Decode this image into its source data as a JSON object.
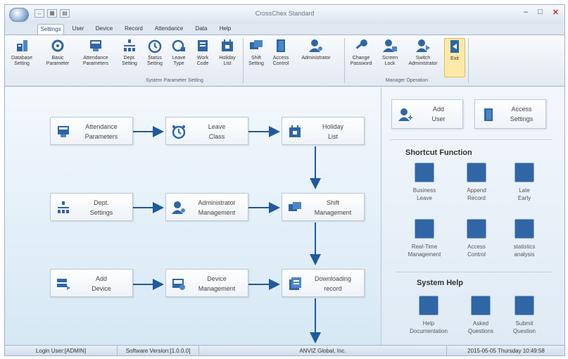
{
  "window": {
    "title": "CrossChex Standard",
    "quick_access": [
      "←",
      "▦",
      "▤"
    ],
    "controls": [
      "–",
      "□",
      "✕"
    ]
  },
  "tabs": [
    {
      "label": "Settings",
      "active": true
    },
    {
      "label": "User",
      "active": false
    },
    {
      "label": "Device",
      "active": false
    },
    {
      "label": "Record",
      "active": false
    },
    {
      "label": "Attendance",
      "active": false
    },
    {
      "label": "Data",
      "active": false
    },
    {
      "label": "Help",
      "active": false
    }
  ],
  "ribbon": {
    "buttons": [
      {
        "l1": "Database",
        "l2": "Setting",
        "icon": "database-icon"
      },
      {
        "l1": "Basic",
        "l2": "Parameter",
        "icon": "parameter-icon"
      },
      {
        "l1": "Attendance",
        "l2": "Parameters",
        "icon": "attendance-parameters-icon"
      },
      {
        "l1": "Dept.",
        "l2": "Setting",
        "icon": "department-icon"
      },
      {
        "l1": "Status",
        "l2": "Setting",
        "icon": "status-icon"
      },
      {
        "l1": "Leave",
        "l2": "Type",
        "icon": "leave-type-icon"
      },
      {
        "l1": "Work",
        "l2": "Code",
        "icon": "work-code-icon"
      },
      {
        "l1": "Holiday",
        "l2": "List",
        "icon": "holiday-icon"
      },
      {
        "l1": "Shift",
        "l2": "Setting",
        "icon": "shift-icon"
      },
      {
        "l1": "Access",
        "l2": "Control",
        "icon": "access-control-icon"
      },
      {
        "l1": "Administrator",
        "l2": "",
        "icon": "administrator-icon"
      },
      {
        "l1": "Change",
        "l2": "Password",
        "icon": "key-icon"
      },
      {
        "l1": "Screen",
        "l2": "Lock",
        "icon": "lock-icon"
      },
      {
        "l1": "Switch",
        "l2": "Administrator",
        "icon": "switch-admin-icon"
      },
      {
        "l1": "Exit",
        "l2": "",
        "icon": "exit-icon"
      }
    ],
    "groups": [
      "System Parameter Setting",
      "Manager Operation"
    ]
  },
  "flow": [
    {
      "l1": "Attendance",
      "l2": "Parameters",
      "icon": "attendance-parameters-icon"
    },
    {
      "l1": "Leave",
      "l2": "Class",
      "icon": "alarm-clock-icon"
    },
    {
      "l1": "Holiday",
      "l2": "List",
      "icon": "holiday-icon"
    },
    {
      "l1": "Dept.",
      "l2": "Settings",
      "icon": "department-icon"
    },
    {
      "l1": "Administrator",
      "l2": "Management",
      "icon": "administrator-icon"
    },
    {
      "l1": "Shift",
      "l2": "Management",
      "icon": "shift-icon"
    },
    {
      "l1": "Add",
      "l2": "Device",
      "icon": "add-device-icon"
    },
    {
      "l1": "Device",
      "l2": "Management",
      "icon": "device-management-icon"
    },
    {
      "l1": "Downloading",
      "l2": "record",
      "icon": "download-record-icon"
    }
  ],
  "right_panel": {
    "quick_buttons": [
      {
        "l1": "Add",
        "l2": "User",
        "icon": "add-user-icon"
      },
      {
        "l1": "Access",
        "l2": "Settings",
        "icon": "access-settings-icon"
      }
    ],
    "shortcut_title": "Shortcut Function",
    "shortcuts": [
      {
        "l1": "Business",
        "l2": "Leave",
        "icon": "briefcase-icon"
      },
      {
        "l1": "Append",
        "l2": "Record",
        "icon": "append-record-icon"
      },
      {
        "l1": "Late",
        "l2": "Early",
        "icon": "late-early-icon"
      },
      {
        "l1": "Real-Time",
        "l2": "Management",
        "icon": "link-icon"
      },
      {
        "l1": "Access",
        "l2": "Control",
        "icon": "door-icon"
      },
      {
        "l1": "statistics",
        "l2": "analysis",
        "icon": "statistics-icon"
      }
    ],
    "help_title": "System Help",
    "help": [
      {
        "l1": "Help",
        "l2": "Documentation",
        "icon": "help-bulb-icon"
      },
      {
        "l1": "Asked",
        "l2": "Questions",
        "icon": "faq-icon"
      },
      {
        "l1": "Submit",
        "l2": "Question",
        "icon": "submit-question-icon"
      }
    ]
  },
  "status": {
    "login": "Login User:[ADMIN]",
    "version": "Software Version:[1.0.0.0]",
    "company": "ANVIZ Global, Inc.",
    "datetime": "2015-05-05 Thursday 10:49:58"
  },
  "colors": {
    "accent": "#2f66a6",
    "exit_highlight": "#fde9a8",
    "arrow": "#1f5a9c"
  }
}
